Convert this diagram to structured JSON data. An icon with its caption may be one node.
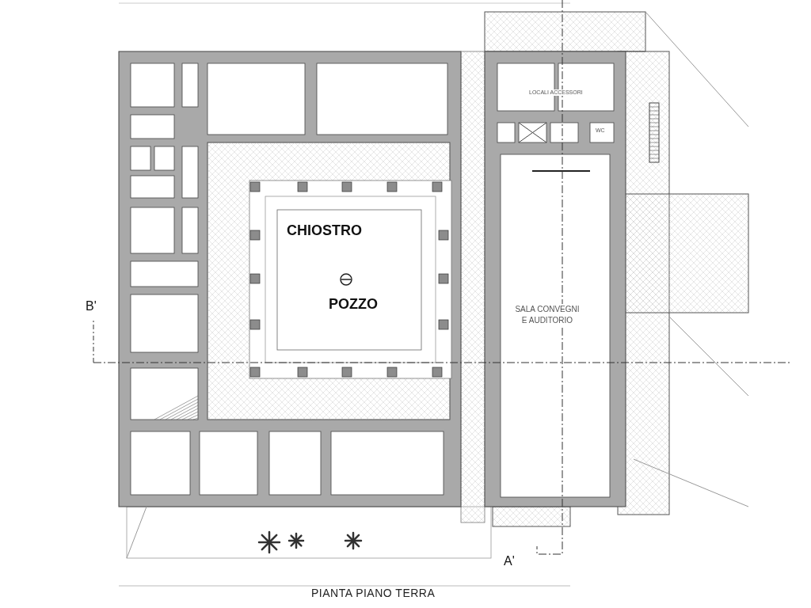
{
  "diagram": {
    "title": "PIANTA PIANO TERRA",
    "labels": [
      "LOCALI ACCESSORI",
      "WC",
      "CHIOSTRO",
      "B'",
      "POZZO",
      "SALA CONVEGNI E AUDITORIO",
      "A'"
    ]
  }
}
